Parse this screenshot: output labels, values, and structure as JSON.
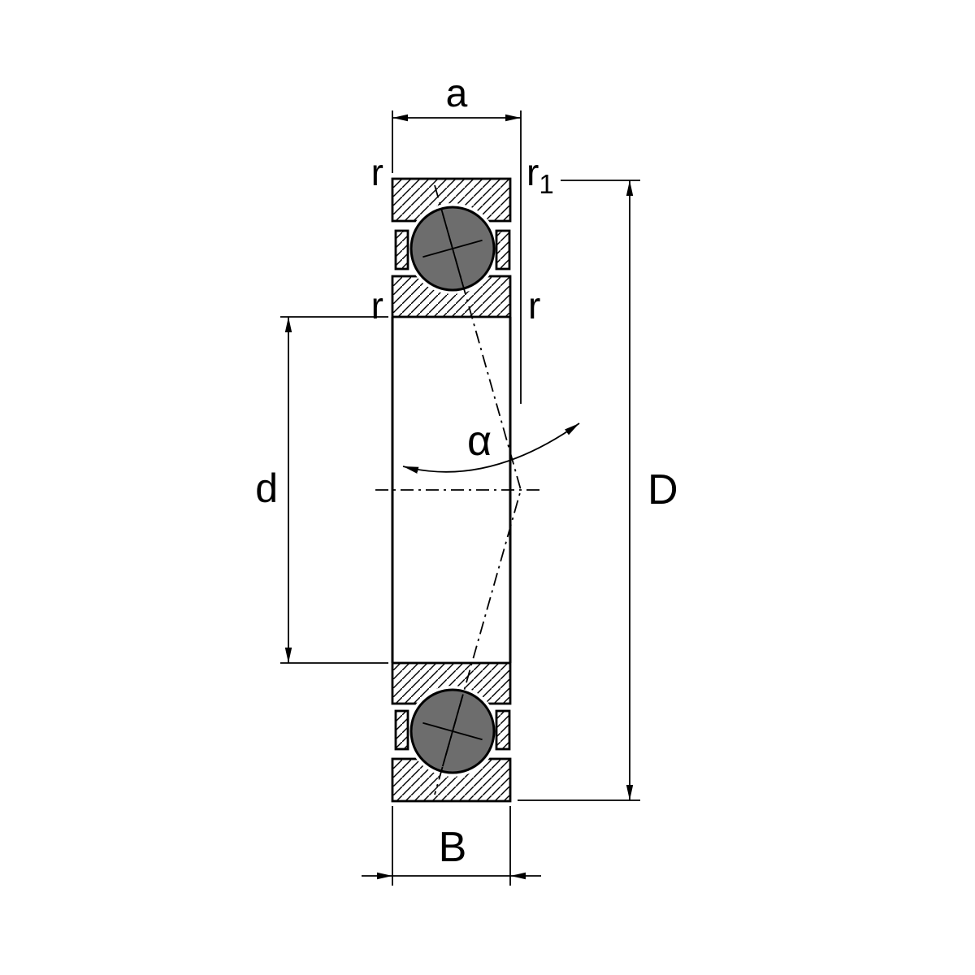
{
  "diagram": {
    "labels": {
      "a": "a",
      "r_top_left": "r",
      "r1_base": "r",
      "r1_sub": "1",
      "r_mid_left": "r",
      "r_mid_right": "r",
      "d": "d",
      "D": "D",
      "alpha": "α",
      "B": "B"
    },
    "colors": {
      "line": "#000000",
      "ball_fill": "#6d6d6d",
      "background": "#ffffff"
    }
  }
}
